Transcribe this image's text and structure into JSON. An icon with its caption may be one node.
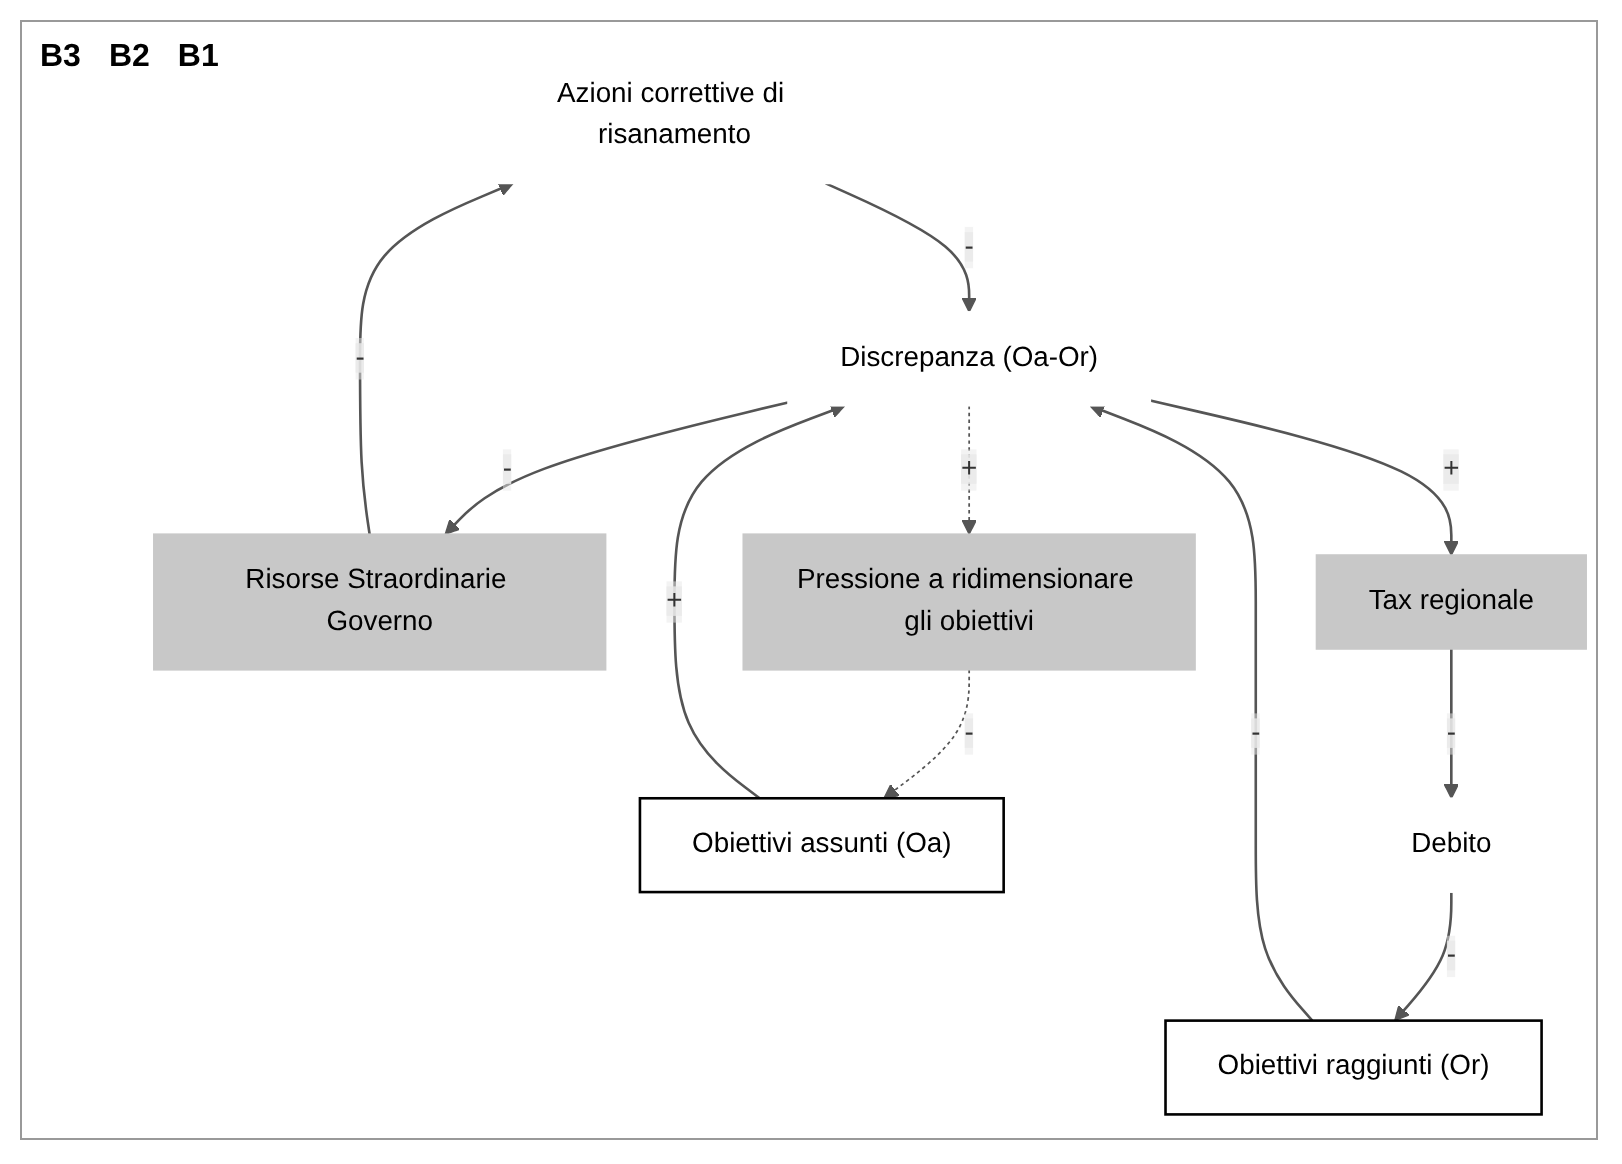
{
  "diagram": {
    "nodes": [
      {
        "text": [
          "Azioni correttive di risanamento"
        ]
      },
      {
        "text": [
          "Obiettivi assunti (Oa)"
        ]
      },
      {
        "text": [
          "Risorse Straordinarie Governo"
        ]
      },
      {
        "text": [
          "Discrepanza (Oa-Or)"
        ]
      },
      {
        "text": [
          "Pressione a ridimensionare gli obiettivi"
        ]
      },
      {
        "text": [
          "Obiettivi raggiunti (Or)"
        ]
      },
      {
        "text": [
          "Tax regionale"
        ]
      },
      {
        "text": [
          "Debito"
        ]
      }
    ],
    "edges": [
      {
        "from": 2,
        "to": 0,
        "arrow": "to",
        "label": "-"
      },
      {
        "from": 0,
        "to": 3,
        "arrow": "to",
        "label": "-"
      },
      {
        "from": 1,
        "to": 3,
        "arrow": "to",
        "label": "+"
      },
      {
        "from": 3,
        "to": 2,
        "arrow": "to",
        "label": "-"
      },
      {
        "from": 3,
        "to": 4,
        "arrow": "to",
        "label": "+",
        "style": "dashed"
      },
      {
        "from": 4,
        "to": 1,
        "arrow": "to",
        "label": "-",
        "style": "dashed"
      },
      {
        "from": 3,
        "to": 6,
        "arrow": "to",
        "label": "+"
      },
      {
        "from": 6,
        "to": 7,
        "arrow": "to",
        "label": "-"
      },
      {
        "from": 7,
        "to": 5,
        "arrow": "to",
        "label": "-"
      },
      {
        "from": 5,
        "to": 3,
        "arrow": "to",
        "label": "-"
      }
    ],
    "labels": [
      "B3",
      "B2",
      "B1"
    ]
  }
}
